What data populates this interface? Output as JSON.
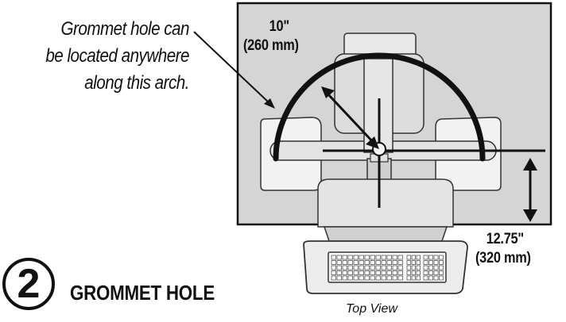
{
  "callout": {
    "line1": "Grommet hole can",
    "line2": "be located anywhere",
    "line3": "along this arch."
  },
  "dimensions": {
    "radius_imperial": "10\"",
    "radius_metric": "(260 mm)",
    "offset_imperial": "12.75\"",
    "offset_metric": "(320 mm)"
  },
  "step": {
    "number": "2",
    "title": "GROMMET HOLE"
  },
  "view_label": "Top View",
  "colors": {
    "desk_panel": "#d5d5d5",
    "shading": "#c4c4c4",
    "line": "#111111",
    "background": "#ffffff"
  }
}
